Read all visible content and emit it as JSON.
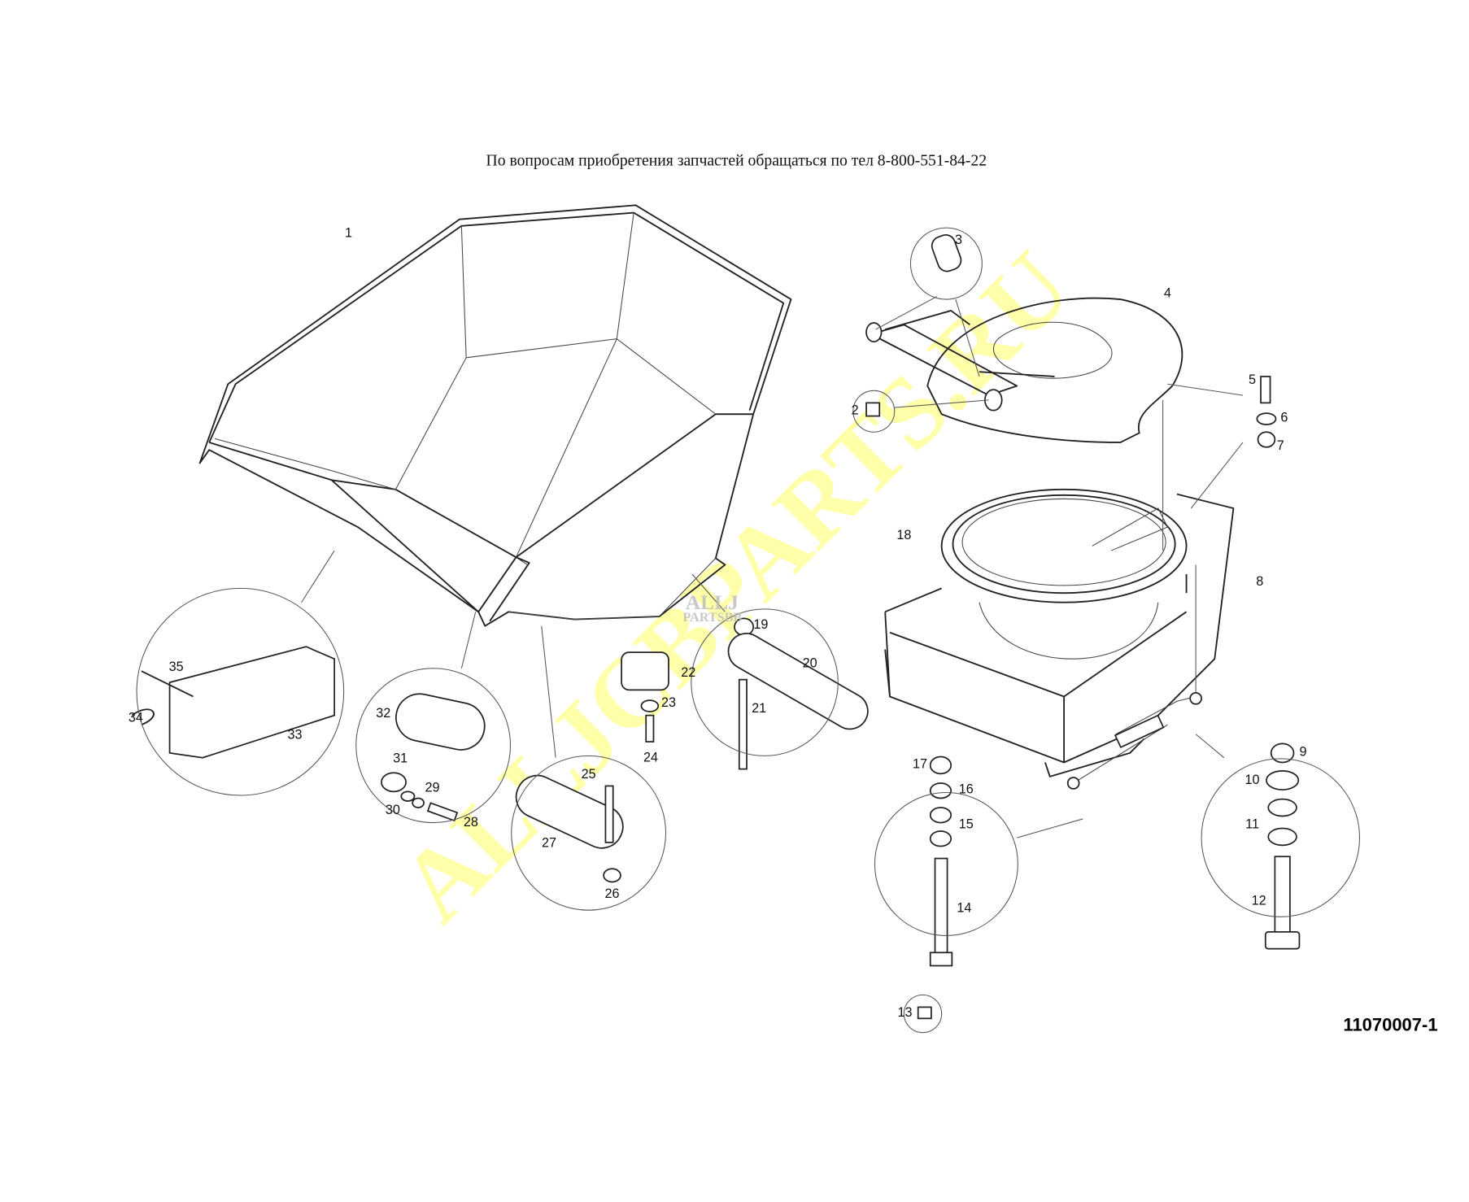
{
  "header": {
    "contact_text": "По вопросам приобретения запчастей обращаться по тел 8-800-551-84-22"
  },
  "drawing_code": "11070007-1",
  "watermark": {
    "main": "ALLJCBPARTS.RU",
    "logo_line1": "ALLJ",
    "logo_line2": "PARTSBB"
  },
  "callouts": [
    "1",
    "2",
    "3",
    "4",
    "5",
    "6",
    "7",
    "8",
    "9",
    "10",
    "11",
    "12",
    "13",
    "14",
    "15",
    "16",
    "17",
    "18",
    "19",
    "20",
    "21",
    "22",
    "23",
    "24",
    "25",
    "26",
    "27",
    "28",
    "29",
    "30",
    "31",
    "32",
    "33",
    "34",
    "35"
  ]
}
